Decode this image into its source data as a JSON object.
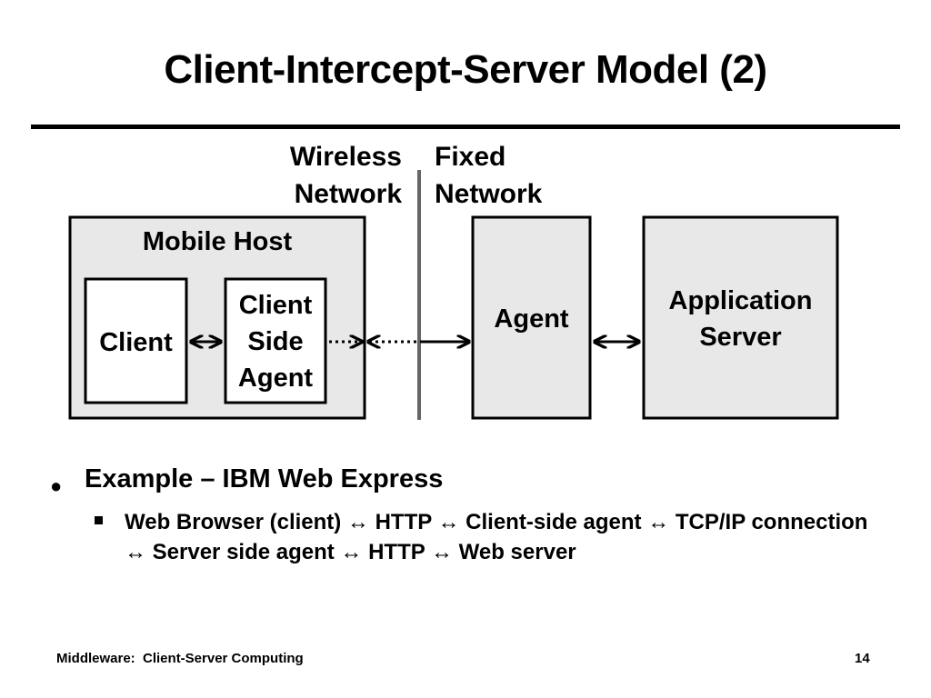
{
  "slide": {
    "title": "Client-Intercept-Server Model  (2)",
    "page_number": "14",
    "footer": "Middleware:  Client-Server Computing"
  },
  "diagram": {
    "wireless_label_line1": "Wireless",
    "wireless_label_line2": "Network",
    "fixed_label_line1": "Fixed",
    "fixed_label_line2": "Network",
    "mobile_host_label": "Mobile Host",
    "client_label": "Client",
    "client_side_agent_line1": "Client",
    "client_side_agent_line2": "Side",
    "client_side_agent_line3": "Agent",
    "agent_label": "Agent",
    "app_server_line1": "Application",
    "app_server_line2": "Server",
    "colors": {
      "box_fill": "#e8e8e8",
      "inner_fill": "#ffffff",
      "divider": "#666666"
    }
  },
  "bullets": {
    "level1": "Example – IBM Web Express",
    "level2": "Web Browser (client) ↔ HTTP ↔ Client-side agent ↔ TCP/IP connection ↔ Server side agent ↔ HTTP ↔ Web server"
  }
}
